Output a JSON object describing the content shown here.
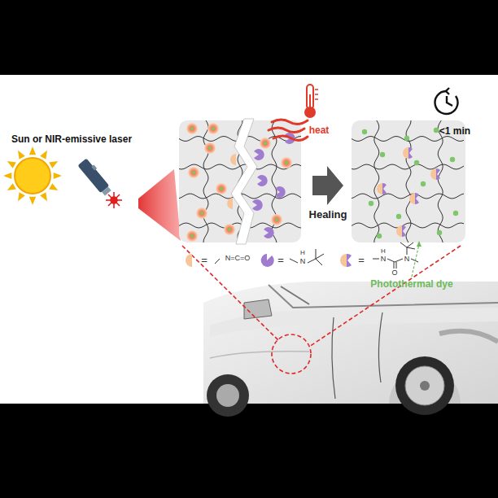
{
  "diagram": {
    "labels": [
      "Sun or NIR-emissive laser",
      "heat",
      "Healing",
      "<1 min",
      "=",
      "N=C=O",
      "=",
      "H",
      "N",
      "=",
      "H",
      "N",
      "N",
      "O",
      "Photothermal dye"
    ]
  }
}
